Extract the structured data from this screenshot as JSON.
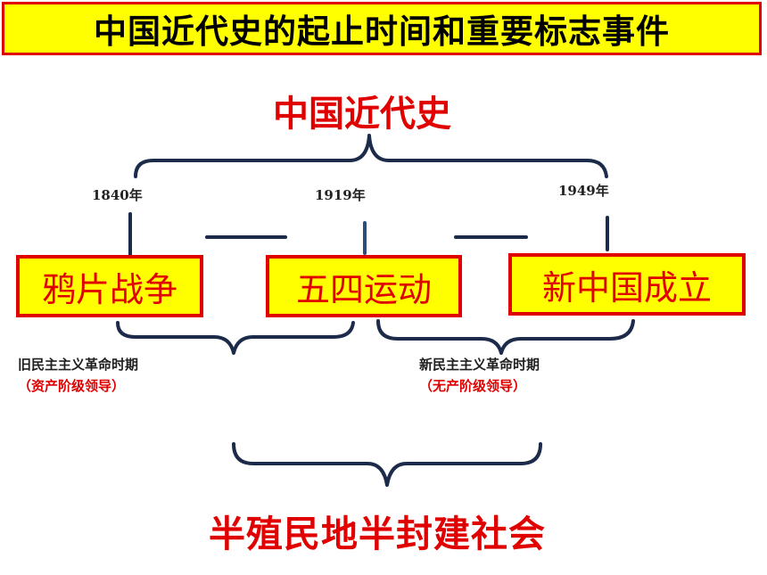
{
  "header": {
    "title": "中国近代史的起止时间和重要标志事件"
  },
  "diagram": {
    "main_title": "中国近代史",
    "years": [
      "1840年",
      "1919年",
      "1949年"
    ],
    "events": [
      "鸦片战争",
      "五四运动",
      "新中国成立"
    ],
    "periods": [
      {
        "name": "旧民主主义革命时期",
        "leadership": "（资产阶级领导）"
      },
      {
        "name": "新民主主义革命时期",
        "leadership": "（无产阶级领导）"
      }
    ],
    "society": "半殖民地半封建社会"
  },
  "colors": {
    "accent": "#e00000",
    "highlight": "#ffff00",
    "line": "#1c2b4a"
  }
}
